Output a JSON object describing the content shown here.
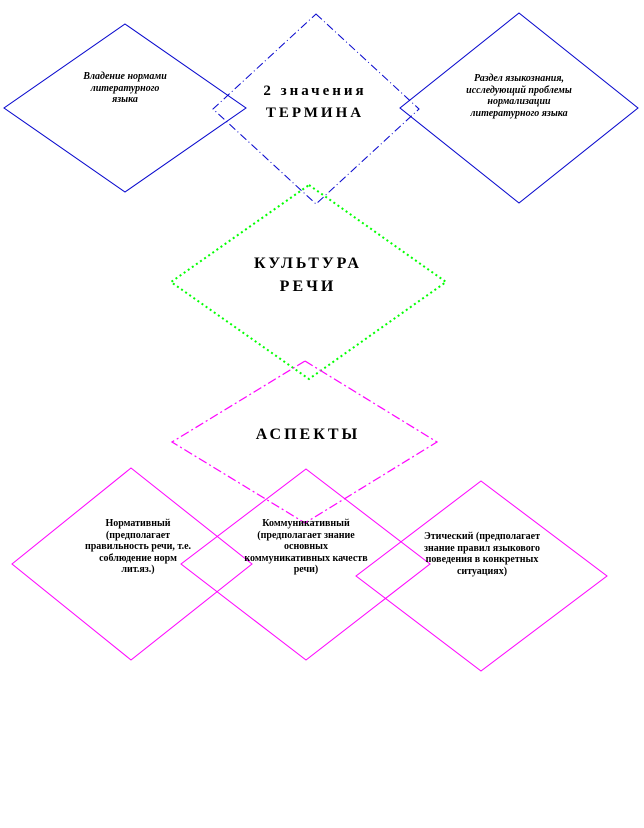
{
  "top": {
    "center_line1": "2 значения",
    "center_line2": "ТЕРМИНА",
    "left_text": "Владение нормами литературного языка",
    "right_text": "Раздел языкознания, исследующий проблемы нормализации литературного языка"
  },
  "middle": {
    "line1": "КУЛЬТУРА",
    "line2": "РЕЧИ"
  },
  "aspects": {
    "title": "АСПЕКТЫ"
  },
  "bottom": {
    "normative": "Нормативный (предполагает правильность речи, т.е. соблюдение норм лит.яз.)",
    "communicative": "Коммуникативный (предполагает знание основных коммуникативных качеств речи)",
    "ethical": "Этический (предполагает знание правил языкового поведения в конкретных ситуациях)"
  },
  "colors": {
    "blue": "#0000cc",
    "green": "#00ff00",
    "magenta": "#ff00ff"
  }
}
